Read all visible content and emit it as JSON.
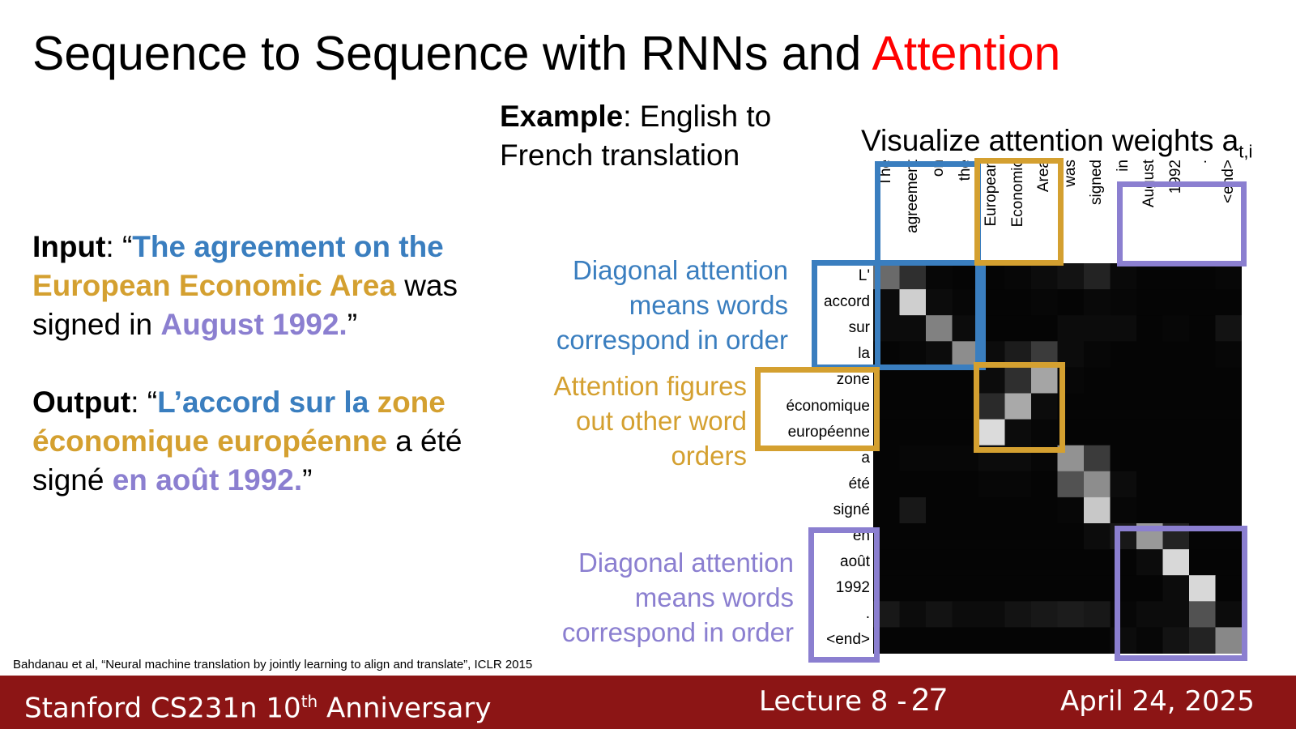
{
  "slide": {
    "title": {
      "main": "Sequence to Sequence with RNNs and ",
      "highlight": "Attention"
    },
    "example": {
      "bold": "Example",
      "rest_line1": ": English to",
      "rest_line2": "French translation"
    },
    "viz_label": {
      "main": "Visualize attention weights a",
      "sub": "t,i"
    },
    "input": {
      "label": "Input",
      "colon_open": ": “",
      "blue": "The agreement on the",
      "orange": "European Economic Area",
      "mid": " was signed in ",
      "purple": "August 1992.",
      "close": "”"
    },
    "output": {
      "label": "Output",
      "colon_open": ": “",
      "blue": "L’accord sur la",
      "orange_a": "zone",
      "orange_b": "économique européenne",
      "mid": " a été signé ",
      "purple": "en août 1992.",
      "close": "”"
    },
    "annotations": [
      {
        "text_lines": [
          "Diagonal attention",
          "means words",
          "correspond in order"
        ]
      },
      {
        "text_lines": [
          "Attention figures",
          "out other word",
          "orders"
        ]
      },
      {
        "text_lines": [
          "Diagonal attention",
          "means words",
          "correspond in order"
        ]
      }
    ],
    "citation": "Bahdanau et al, “Neural machine translation by jointly learning to align and translate”, ICLR 2015",
    "footer": {
      "course_prefix": "Stanford CS231n 10",
      "course_sup": "th",
      "course_suffix": " Anniversary",
      "lecture": "Lecture 8 -",
      "page": "27",
      "date": "April 24, 2025"
    },
    "colors": {
      "blue": "#3a7ebf",
      "orange": "#d4a030",
      "purple": "#8b7fd0",
      "red": "#ff0000",
      "footer": "#8c1515"
    }
  },
  "attention": {
    "source_words": [
      "The",
      "agreement",
      "on",
      "the",
      "European",
      "Economic",
      "Area",
      "was",
      "signed",
      "in",
      "August",
      "1992",
      ".",
      "<end>"
    ],
    "target_words": [
      "L'",
      "accord",
      "sur",
      "la",
      "zone",
      "économique",
      "européenne",
      "a",
      "été",
      "signé",
      "en",
      "août",
      "1992",
      ".",
      "<end>"
    ],
    "weights": [
      [
        0.45,
        0.2,
        0.03,
        0.02,
        0.02,
        0.03,
        0.05,
        0.08,
        0.15,
        0.04,
        0.02,
        0.02,
        0.02,
        0.03
      ],
      [
        0.05,
        0.88,
        0.05,
        0.03,
        0.02,
        0.02,
        0.03,
        0.02,
        0.04,
        0.03,
        0.02,
        0.02,
        0.02,
        0.02
      ],
      [
        0.05,
        0.05,
        0.55,
        0.05,
        0.02,
        0.02,
        0.02,
        0.05,
        0.05,
        0.05,
        0.02,
        0.03,
        0.02,
        0.08
      ],
      [
        0.02,
        0.03,
        0.05,
        0.6,
        0.05,
        0.12,
        0.25,
        0.05,
        0.03,
        0.02,
        0.02,
        0.02,
        0.02,
        0.03
      ],
      [
        0.02,
        0.02,
        0.02,
        0.02,
        0.05,
        0.2,
        0.7,
        0.03,
        0.02,
        0.02,
        0.02,
        0.02,
        0.02,
        0.02
      ],
      [
        0.02,
        0.02,
        0.02,
        0.02,
        0.18,
        0.72,
        0.05,
        0.02,
        0.02,
        0.02,
        0.02,
        0.02,
        0.02,
        0.02
      ],
      [
        0.02,
        0.02,
        0.02,
        0.02,
        0.93,
        0.05,
        0.03,
        0.02,
        0.02,
        0.02,
        0.02,
        0.02,
        0.02,
        0.02
      ],
      [
        0.02,
        0.03,
        0.03,
        0.03,
        0.05,
        0.05,
        0.03,
        0.62,
        0.25,
        0.02,
        0.02,
        0.02,
        0.02,
        0.02
      ],
      [
        0.02,
        0.02,
        0.02,
        0.02,
        0.03,
        0.03,
        0.02,
        0.35,
        0.6,
        0.05,
        0.02,
        0.02,
        0.02,
        0.02
      ],
      [
        0.02,
        0.1,
        0.02,
        0.02,
        0.02,
        0.02,
        0.02,
        0.03,
        0.85,
        0.03,
        0.02,
        0.02,
        0.02,
        0.02
      ],
      [
        0.02,
        0.02,
        0.02,
        0.02,
        0.02,
        0.02,
        0.02,
        0.02,
        0.05,
        0.1,
        0.65,
        0.15,
        0.02,
        0.02
      ],
      [
        0.02,
        0.02,
        0.02,
        0.02,
        0.02,
        0.02,
        0.02,
        0.02,
        0.02,
        0.02,
        0.05,
        0.92,
        0.02,
        0.02
      ],
      [
        0.02,
        0.02,
        0.02,
        0.02,
        0.02,
        0.02,
        0.02,
        0.02,
        0.02,
        0.02,
        0.02,
        0.05,
        0.92,
        0.02
      ],
      [
        0.1,
        0.05,
        0.08,
        0.05,
        0.05,
        0.08,
        0.1,
        0.12,
        0.1,
        0.03,
        0.05,
        0.05,
        0.35,
        0.05
      ],
      [
        0.02,
        0.02,
        0.02,
        0.02,
        0.02,
        0.02,
        0.02,
        0.02,
        0.02,
        0.05,
        0.03,
        0.08,
        0.15,
        0.58
      ]
    ]
  }
}
